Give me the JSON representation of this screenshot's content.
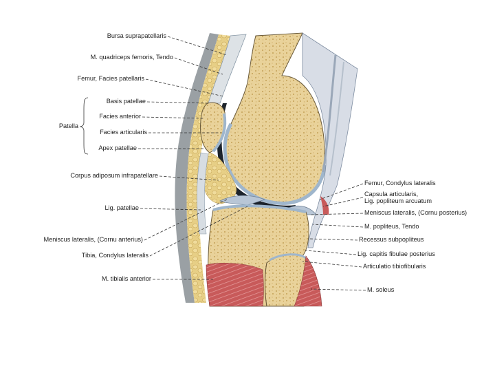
{
  "labels_left": {
    "bursa_suprapatellaris": "Bursa suprapatellaris",
    "quadriceps_tendo": "M. quadriceps femoris, Tendo",
    "femur_facies_patellaris": "Femur, Facies patellaris",
    "basis_patellae": "Basis patellae",
    "facies_anterior": "Facies anterior",
    "patella": "Patella",
    "facies_articularis": "Facies articularis",
    "apex_patellae": "Apex patellae",
    "corpus_adiposum": "Corpus adiposum infrapatellare",
    "lig_patellae": "Lig. patellae",
    "meniscus_lateralis_anterius": "Meniscus lateralis, (Cornu anterius)",
    "tibia_condylus": "Tibia, Condylus lateralis",
    "tibialis_anterior": "M. tibialis anterior"
  },
  "labels_right": {
    "femur_condylus": "Femur, Condylus lateralis",
    "capsula_line1": "Capsula articularis,",
    "capsula_line2": "Lig. popliteum arcuatum",
    "meniscus_posterius": "Meniscus lateralis, (Cornu posterius)",
    "popliteus_tendo": "M. popliteus, Tendo",
    "recessus": "Recessus subpopliteus",
    "lig_capitis": "Lig. capitis fibulae posterius",
    "articulatio": "Articulatio tibiofibularis",
    "soleus": "M. soleus"
  }
}
